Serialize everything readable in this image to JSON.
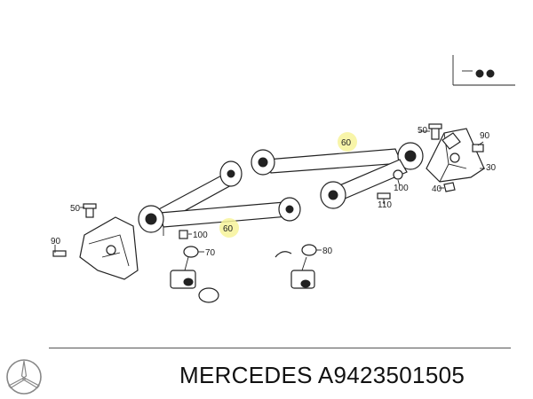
{
  "diagram": {
    "callouts": {
      "bar_upper": "60",
      "bar_lower": "60",
      "bolt_top": "50",
      "bolt_top_right": "90",
      "bracket_right": "30",
      "nut_right": "100",
      "washer_right": "40",
      "bolt_right": "110",
      "bolt_left": "50",
      "bolt_left_low": "90",
      "nut_left": "100",
      "bushing_a": "70",
      "bushing_b": "80"
    }
  },
  "footer": {
    "brand": "MERCEDES",
    "part_number": "A9423501505"
  }
}
